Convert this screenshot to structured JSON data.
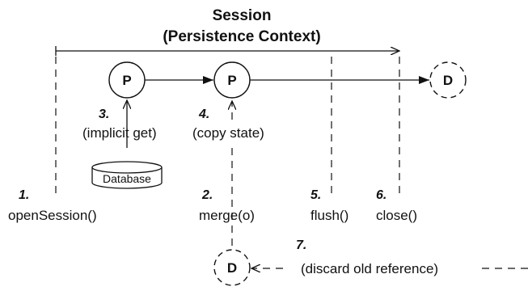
{
  "title": {
    "line1": "Session",
    "line2": "(Persistence Context)"
  },
  "nodes": {
    "persistent": "P",
    "detached": "D"
  },
  "database": "Database",
  "steps": [
    {
      "num": "1.",
      "label": "openSession()"
    },
    {
      "num": "2.",
      "label": "merge(o)"
    },
    {
      "num": "3.",
      "label": "(implicit get)"
    },
    {
      "num": "4.",
      "label": "(copy state)"
    },
    {
      "num": "5.",
      "label": "flush()"
    },
    {
      "num": "6.",
      "label": "close()"
    },
    {
      "num": "7.",
      "label": "(discard old reference)"
    }
  ]
}
